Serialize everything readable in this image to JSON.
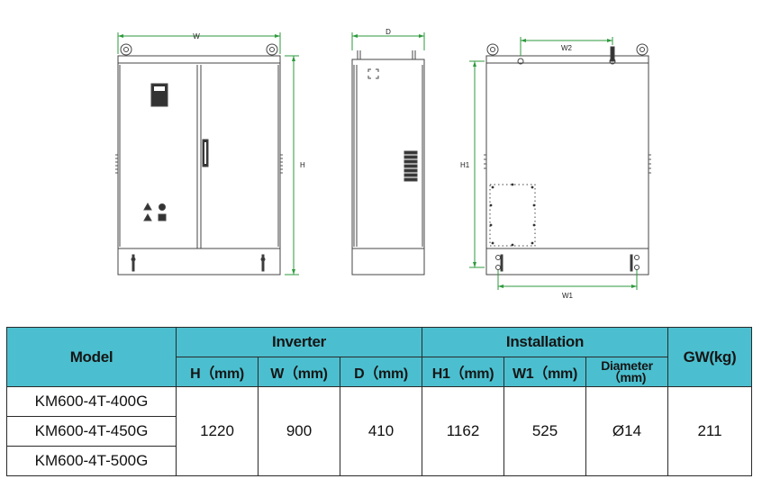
{
  "drawing_labels": {
    "front_width": "W",
    "front_height": "H",
    "side_depth": "D",
    "rear_w2": "W2",
    "rear_h1": "H1",
    "rear_w1": "W1"
  },
  "table": {
    "model_header": "Model",
    "group_inverter": "Inverter",
    "group_installation": "Installation",
    "gw_header": "GW(kg)",
    "col_h": "H（mm)",
    "col_w": "W（mm)",
    "col_d": "D（mm)",
    "col_h1": "H1（mm)",
    "col_w1": "W1（mm)",
    "col_diameter_line1": "Diameter",
    "col_diameter_line2": "（mm)",
    "models": [
      "KM600-4T-400G",
      "KM600-4T-450G",
      "KM600-4T-500G"
    ],
    "values": {
      "h": "1220",
      "w": "900",
      "d": "410",
      "h1": "1162",
      "w1": "525",
      "diameter": "Ø14",
      "gw": "211"
    }
  }
}
